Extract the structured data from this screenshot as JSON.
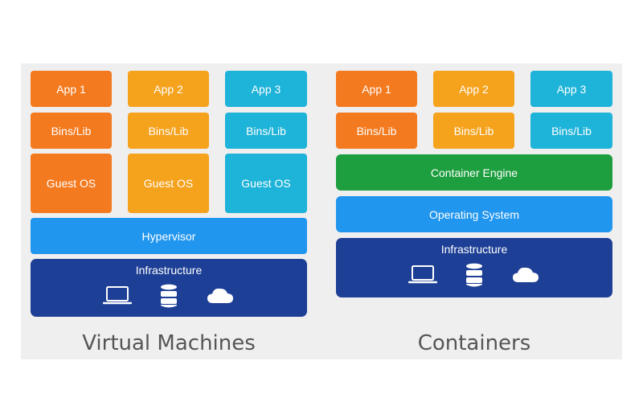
{
  "vm": {
    "apps": [
      "App 1",
      "App 2",
      "App 3"
    ],
    "bins": [
      "Bins/Lib",
      "Bins/Lib",
      "Bins/Lib"
    ],
    "guest_os": [
      "Guest OS",
      "Guest OS",
      "Guest OS"
    ],
    "hypervisor": "Hypervisor",
    "infrastructure": "Infrastructure",
    "title": "Virtual Machines"
  },
  "containers": {
    "apps": [
      "App 1",
      "App 2",
      "App 3"
    ],
    "bins": [
      "Bins/Lib",
      "Bins/Lib",
      "Bins/Lib"
    ],
    "engine": "Container Engine",
    "os": "Operating System",
    "infrastructure": "Infrastructure",
    "title": "Containers"
  },
  "icons": [
    "laptop-icon",
    "database-icon",
    "cloud-icon"
  ],
  "colors": {
    "col1": "#f47a1f",
    "col2": "#f5a21d",
    "col3": "#1eb3d8",
    "engine": "#1d9e3f",
    "os_layer": "#2196ee",
    "infrastructure": "#1d3f95"
  }
}
